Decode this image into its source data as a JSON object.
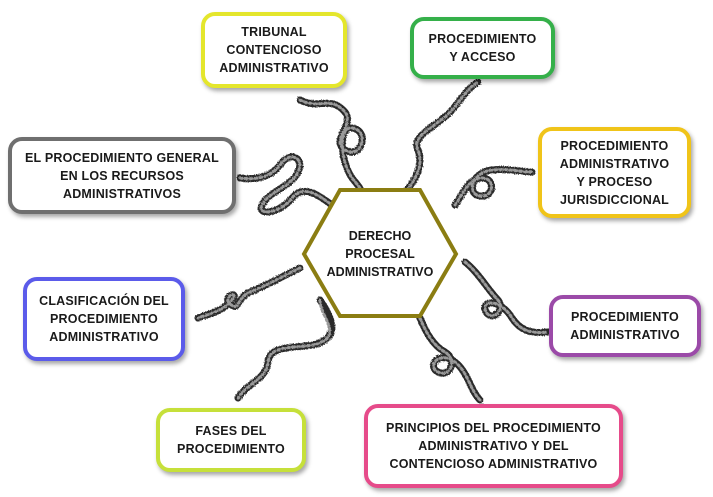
{
  "center": {
    "label": "DERECHO\nPROCESAL\nADMINISTRATIVO",
    "border_color": "#8b7d12"
  },
  "nodes": [
    {
      "id": "tribunal",
      "label": "TRIBUNAL\nCONTENCIOSO\nADMINISTRATIVO",
      "color": "#e4e62c"
    },
    {
      "id": "procedimiento-acceso",
      "label": "PROCEDIMIENTO\nY ACCESO",
      "color": "#35b04a"
    },
    {
      "id": "procedimiento-proceso",
      "label": "PROCEDIMIENTO\nADMINISTRATIVO\nY PROCESO\nJURISDICCIONAL",
      "color": "#f0c419"
    },
    {
      "id": "procedimiento-administrativo",
      "label": "PROCEDIMIENTO\nADMINISTRATIVO",
      "color": "#9b4aa8"
    },
    {
      "id": "principios",
      "label": "PRINCIPIOS DEL PROCEDIMIENTO\nADMINISTRATIVO Y DEL\nCONTENCIOSO ADMINISTRATIVO",
      "color": "#e64b8a"
    },
    {
      "id": "fases",
      "label": "FASES DEL\nPROCEDIMIENTO",
      "color": "#c6e03a"
    },
    {
      "id": "clasificacion",
      "label": "CLASIFICACIÓN DEL\nPROCEDIMIENTO\nADMINISTRATIVO",
      "color": "#5b5bea"
    },
    {
      "id": "procedimiento-general",
      "label": "EL PROCEDIMIENTO GENERAL\nEN LOS RECURSOS\nADMINISTRATIVOS",
      "color": "#6f6f6f"
    }
  ]
}
